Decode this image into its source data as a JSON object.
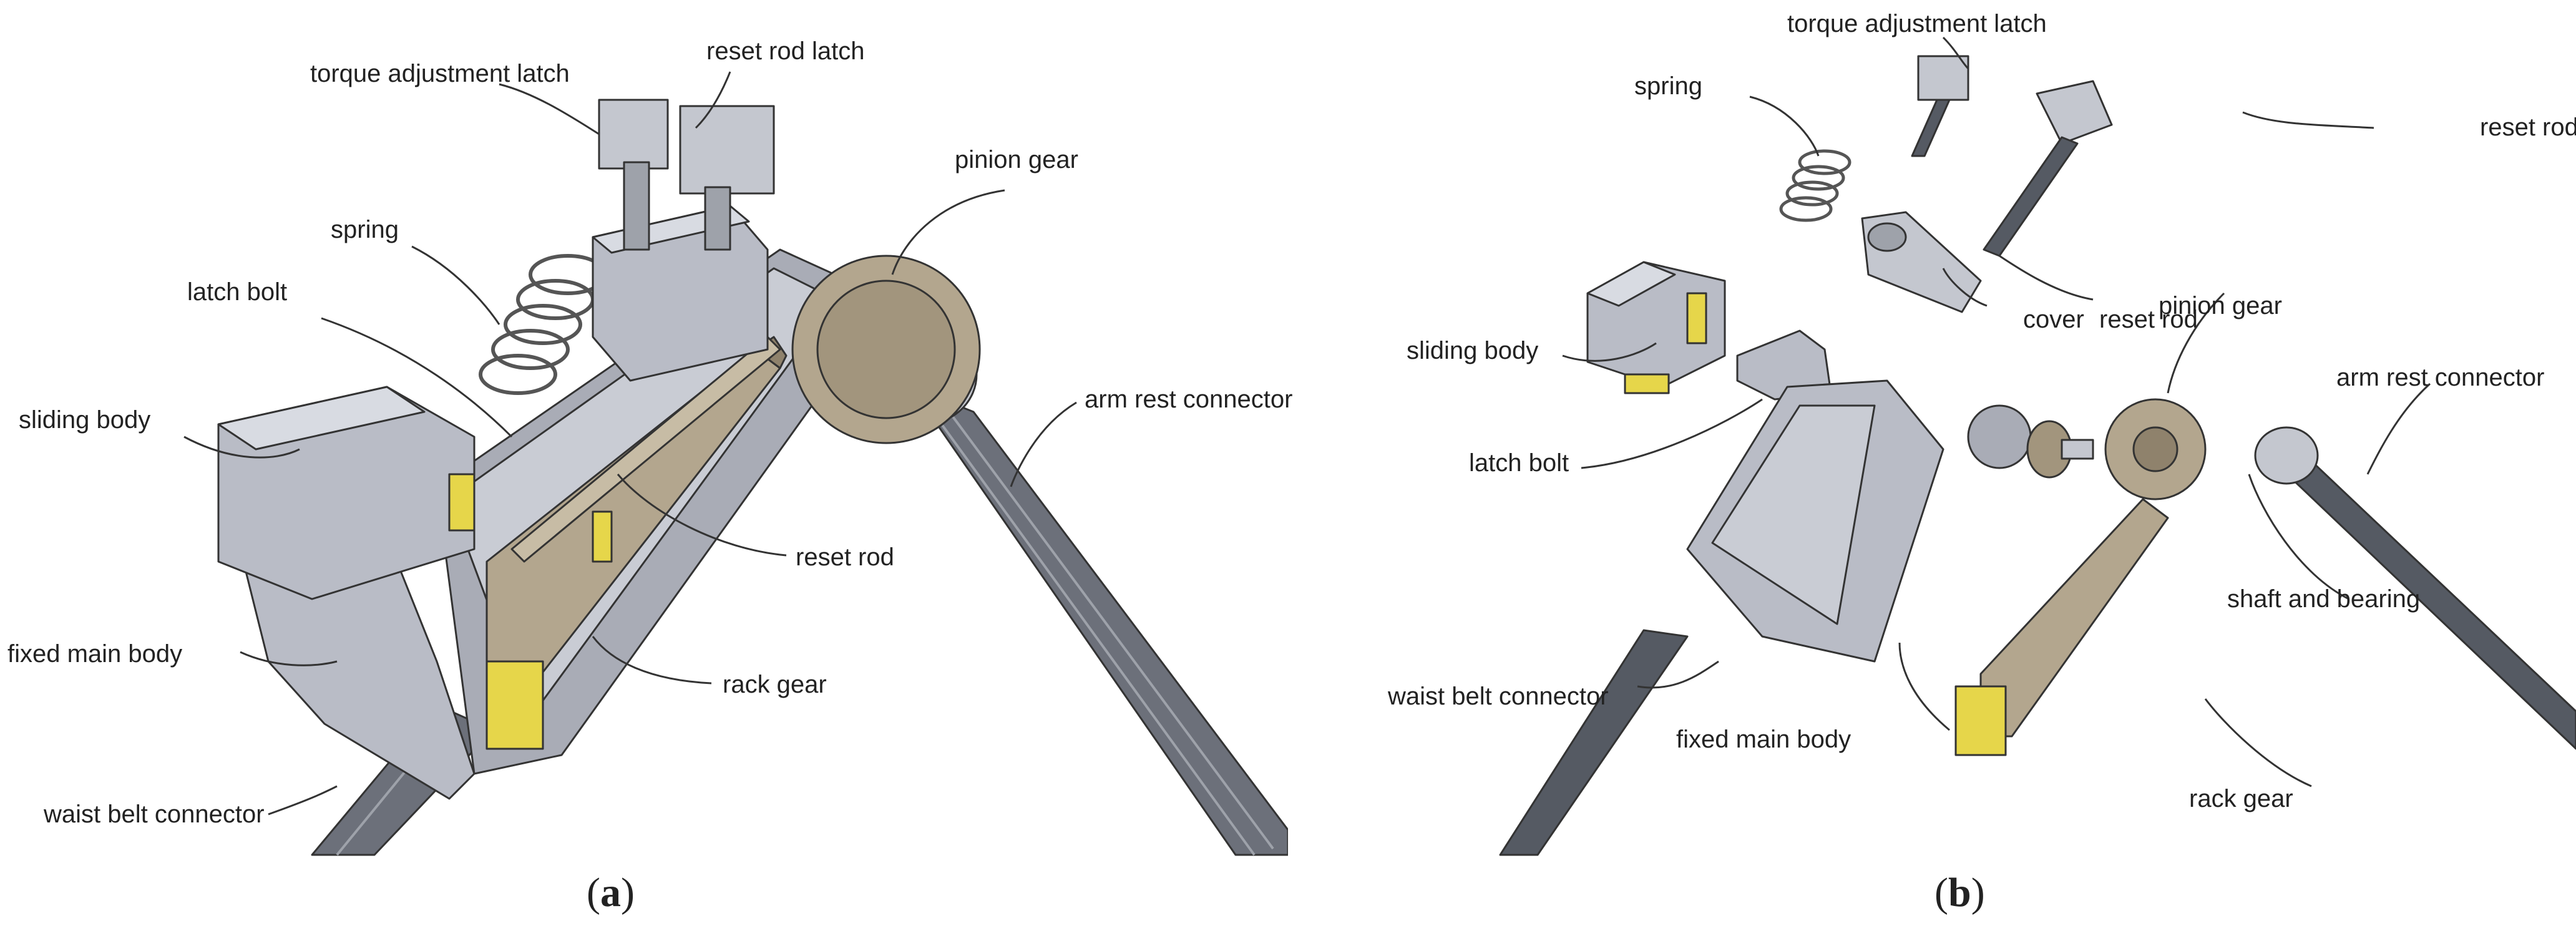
{
  "panel_a": {
    "caption_open": "(",
    "caption_letter": "a",
    "caption_close": ")",
    "labels": {
      "torque_adjustment_latch": "torque adjustment latch",
      "reset_rod_latch": "reset rod latch",
      "pinion_gear": "pinion gear",
      "spring": "spring",
      "latch_bolt": "latch bolt",
      "arm_rest_connector": "arm rest connector",
      "sliding_body": "sliding body",
      "reset_rod": "reset rod",
      "fixed_main_body": "fixed main body",
      "rack_gear": "rack gear",
      "waist_belt_connector": "waist belt connector"
    }
  },
  "panel_b": {
    "caption_open": "(",
    "caption_letter": "b",
    "caption_close": ")",
    "labels": {
      "torque_adjustment_latch": "torque adjustment latch",
      "spring": "spring",
      "reset_rod_latch": "reset rod latch",
      "cover": "cover",
      "reset_rod": "reset rod",
      "pinion_gear": "pinion gear",
      "sliding_body": "sliding body",
      "arm_rest_connector": "arm rest connector",
      "latch_bolt": "latch bolt",
      "shaft_and_bearing": "shaft and bearing",
      "waist_belt_connector": "waist belt connector",
      "fixed_main_body": "fixed main body",
      "rack_gear": "rack gear"
    }
  },
  "colors": {
    "metal": "#b9bcc6",
    "metal_dark": "#8e919c",
    "gear": "#b3a68e",
    "gear_dark": "#8f826c",
    "yellow": "#e6d64a",
    "rod": "#555a63",
    "outline": "#333333"
  }
}
